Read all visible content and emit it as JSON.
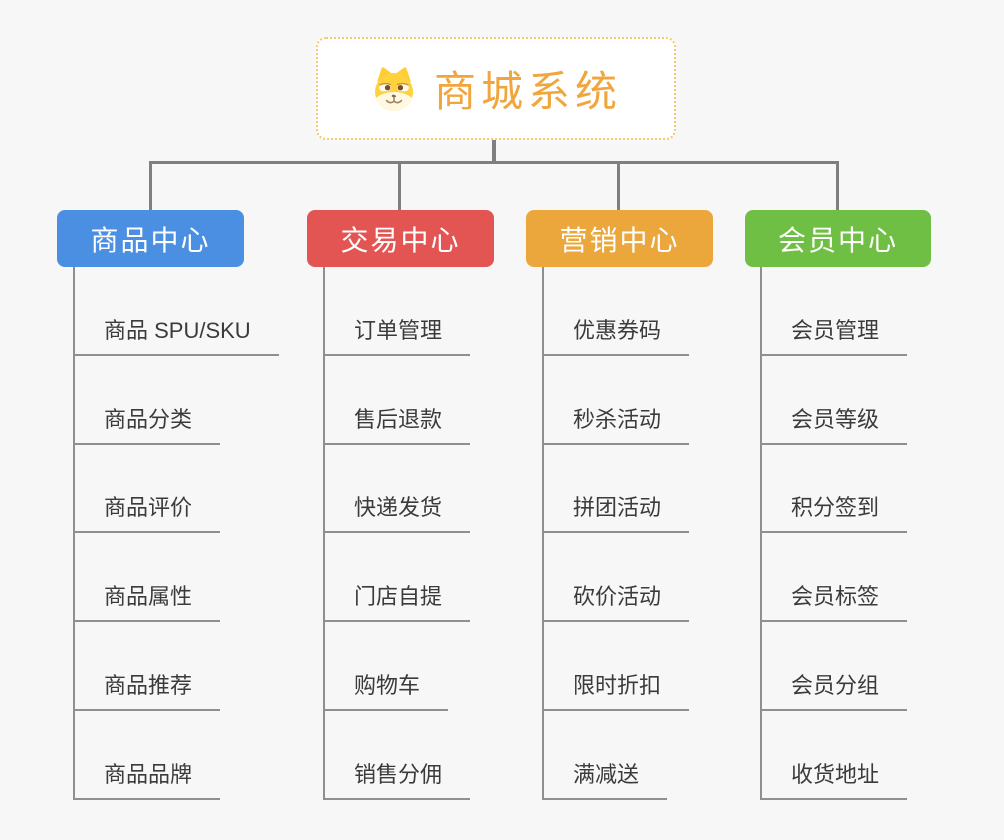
{
  "root": {
    "title": "商城系统",
    "icon": "dog-face-icon"
  },
  "branches": [
    {
      "label": "商品中心",
      "color": "#4B8FE2",
      "items": [
        "商品 SPU/SKU",
        "商品分类",
        "商品评价",
        "商品属性",
        "商品推荐",
        "商品品牌"
      ]
    },
    {
      "label": "交易中心",
      "color": "#E25552",
      "items": [
        "订单管理",
        "售后退款",
        "快递发货",
        "门店自提",
        "购物车",
        "销售分佣"
      ]
    },
    {
      "label": "营销中心",
      "color": "#EBA73B",
      "items": [
        "优惠券码",
        "秒杀活动",
        "拼团活动",
        "砍价活动",
        "限时折扣",
        "满减送"
      ]
    },
    {
      "label": "会员中心",
      "color": "#6FBF44",
      "items": [
        "会员管理",
        "会员等级",
        "积分签到",
        "会员标签",
        "会员分组",
        "收货地址"
      ]
    }
  ],
  "colors": {
    "background": "#F7F7F7",
    "connector": "#7F7F7F",
    "item_line": "#8F8F8F",
    "root_text": "#F0A63C",
    "root_border": "#F3C96F",
    "item_text": "#3B3B3B"
  }
}
